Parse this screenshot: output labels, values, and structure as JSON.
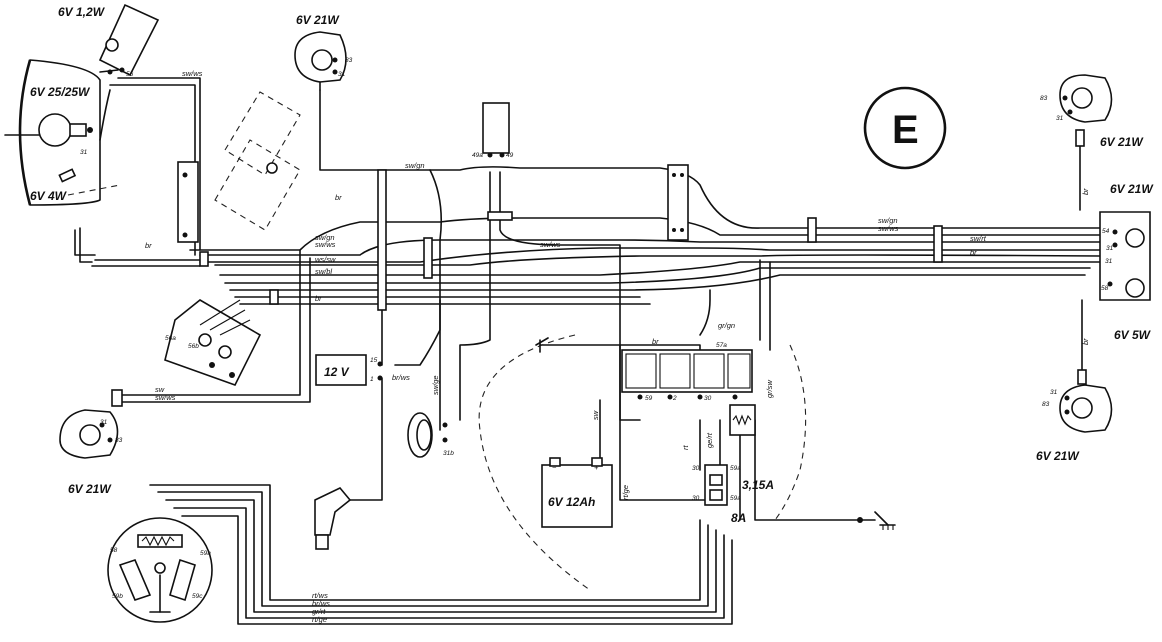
{
  "diagram_letter": "E",
  "components": {
    "speedo_bulb": "6V 1,2W",
    "headlamp_bulb": "6V 25/25W",
    "parking_bulb": "6V 4W",
    "front_left_indicator": "6V 21W",
    "front_right_indicator": "6V 21W",
    "rear_left_indicator": "6V 21W",
    "rear_right_indicator": "6V 21W",
    "stop_tail_bulb": "6V 5W",
    "coil": "12 V",
    "battery": "6V 12Ah",
    "fuse_small": "3,15A",
    "fuse_big": "8A"
  },
  "wire_labels": {
    "sw_ws": "sw/ws",
    "sw_gn": "sw/gn",
    "sw_ws_2": "sw/ws",
    "ws_sw": "ws/sw",
    "sw_bl": "sw/bl",
    "br": "br",
    "br_ws": "br/ws",
    "sw": "sw",
    "sw_rt": "sw/rt",
    "gr_gn": "gr/gn",
    "gr_sw": "gr/sw",
    "rt_ws": "rt/ws",
    "br_ws_2": "br/ws",
    "gr_rt": "gr/rt",
    "rt_ge": "rt/ge",
    "sw_ge": "sw/ge",
    "rt": "rt",
    "ge_rt": "ge/rt",
    "rt_ge_2": "rt/ge"
  },
  "terminals": {
    "t56": "56",
    "t31": "31",
    "t83": "83",
    "t54": "54",
    "t58": "58",
    "t30": "30",
    "t15": "15",
    "t1": "1",
    "t49a": "49a",
    "t49": "49",
    "t31b": "31b",
    "t59a": "59a",
    "t59b": "59b",
    "t59c": "59c",
    "t59": "59",
    "t2": "2",
    "t57a": "57a",
    "t56a": "56a",
    "t56b": "56b"
  }
}
